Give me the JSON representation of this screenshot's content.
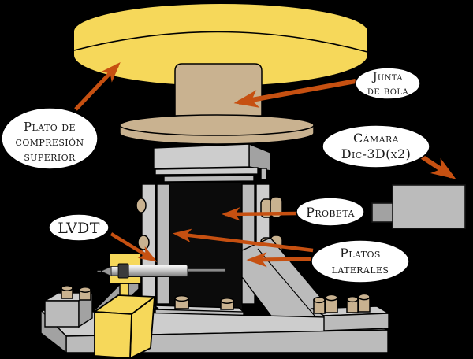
{
  "figure": {
    "labels": {
      "plato_superior": {
        "lines": [
          "Plato de",
          "compresión",
          "superior"
        ]
      },
      "junta_bola": {
        "lines": [
          "Junta",
          "de bola"
        ]
      },
      "camara_dic": {
        "lines": [
          "Cámara",
          "Dic-3D(x2)"
        ]
      },
      "probeta": {
        "lines": [
          "Probeta"
        ]
      },
      "lvdt": {
        "lines": [
          "LVDT"
        ]
      },
      "platos_laterales": {
        "lines": [
          "Platos",
          "laterales"
        ]
      }
    },
    "colors": {
      "background": "#000000",
      "plate_yellow": "#F6D85A",
      "joint_tan": "#C9B290",
      "steel_light": "#CDCDCD",
      "steel_mid": "#BBBBBB",
      "steel_shade": "#A2A2A2",
      "specimen_black": "#0B0B0B",
      "arrow_orange": "#C65011",
      "label_fill": "#FFFFFF",
      "label_stroke": "#000000",
      "text_color": "#1A1A1A",
      "outline": "#000000"
    }
  }
}
